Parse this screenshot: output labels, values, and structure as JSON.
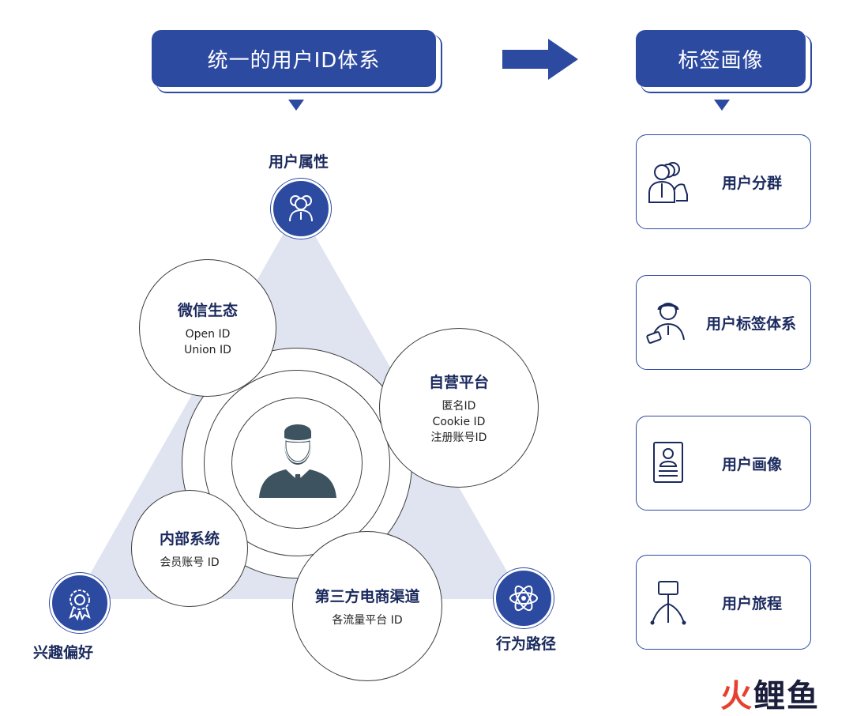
{
  "header": {
    "left_banner": "统一的用户ID体系",
    "right_banner": "标签画像"
  },
  "triangle": {
    "top_label": "用户属性",
    "left_label": "兴趣偏好",
    "right_label": "行为路径"
  },
  "bubbles": {
    "wechat": {
      "title": "微信生态",
      "lines": [
        "Open ID",
        "Union ID"
      ]
    },
    "self_platform": {
      "title": "自营平台",
      "lines": [
        "匿名ID",
        "Cookie ID",
        "注册账号ID"
      ]
    },
    "internal": {
      "title": "内部系统",
      "lines": [
        "会员账号 ID"
      ]
    },
    "third_party": {
      "title": "第三方电商渠道",
      "lines": [
        "各流量平台 ID"
      ]
    }
  },
  "cards": [
    {
      "label": "用户分群",
      "icon": "user-group-icon"
    },
    {
      "label": "用户标签体系",
      "icon": "user-tag-icon"
    },
    {
      "label": "用户画像",
      "icon": "id-card-icon"
    },
    {
      "label": "用户旅程",
      "icon": "journey-tree-icon"
    }
  ],
  "logo": {
    "part1": "火",
    "part2": "鲤",
    "part3": "鱼"
  },
  "colors": {
    "primary": "#2d4aa1",
    "triangle_fill": "#dfe4f0",
    "logo_red": "#e8402f"
  }
}
